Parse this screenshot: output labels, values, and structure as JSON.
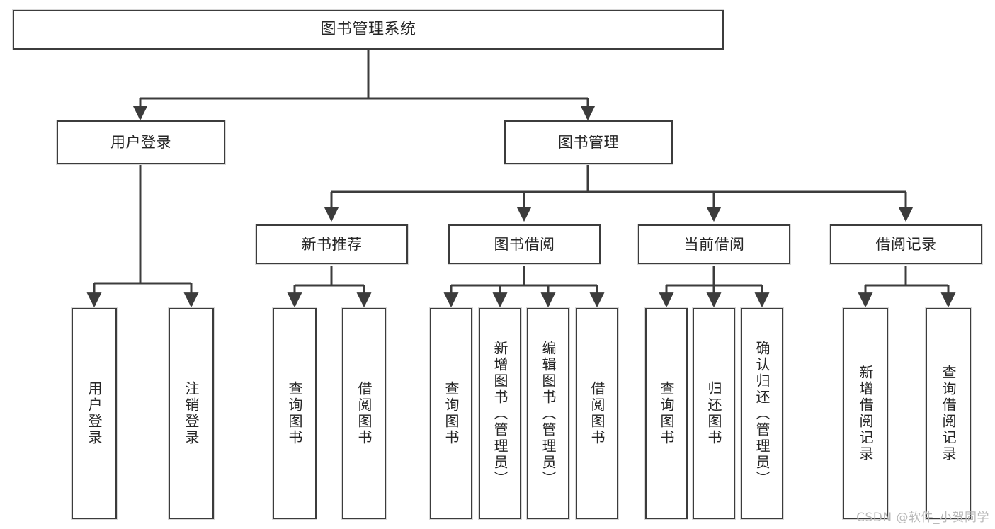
{
  "diagram": {
    "title": "图书管理系统",
    "type": "tree-hierarchy-diagram",
    "watermark": "CSDN @软件_小贺同学",
    "colors": {
      "background": "#ffffff",
      "node_border": "#3c3c3c",
      "node_fill": "#ffffff",
      "text": "#262626",
      "edge": "#3c3c3c",
      "watermark": "#b9b9b9"
    },
    "nodes": {
      "root": {
        "label": "图书管理系统"
      },
      "level1": [
        {
          "id": "user-login",
          "label": "用户登录"
        },
        {
          "id": "book-management",
          "label": "图书管理"
        }
      ],
      "level2": [
        {
          "id": "new-book-recommend",
          "label": "新书推荐"
        },
        {
          "id": "book-borrow",
          "label": "图书借阅"
        },
        {
          "id": "current-borrow",
          "label": "当前借阅"
        },
        {
          "id": "borrow-record",
          "label": "借阅记录"
        }
      ],
      "leaves": {
        "user-login": [
          {
            "id": "leaf-user-login",
            "label": "用户登录"
          },
          {
            "id": "leaf-logout-login",
            "label": "注销登录"
          }
        ],
        "new-book-recommend": [
          {
            "id": "leaf-query-book-1",
            "label": "查询图书"
          },
          {
            "id": "leaf-borrow-book-1",
            "label": "借阅图书"
          }
        ],
        "book-borrow": [
          {
            "id": "leaf-query-book-2",
            "label": "查询图书"
          },
          {
            "id": "leaf-add-book",
            "label": "新增图书（管理员）"
          },
          {
            "id": "leaf-edit-book",
            "label": "编辑图书（管理员）"
          },
          {
            "id": "leaf-borrow-book-2",
            "label": "借阅图书"
          }
        ],
        "current-borrow": [
          {
            "id": "leaf-query-book-3",
            "label": "查询图书"
          },
          {
            "id": "leaf-return-book",
            "label": "归还图书"
          },
          {
            "id": "leaf-confirm-return",
            "label": "确认归还（管理员）"
          }
        ],
        "borrow-record": [
          {
            "id": "leaf-add-borrow-record",
            "label": "新增借阅记录"
          },
          {
            "id": "leaf-query-borrow-record",
            "label": "查询借阅记录"
          }
        ]
      }
    }
  }
}
